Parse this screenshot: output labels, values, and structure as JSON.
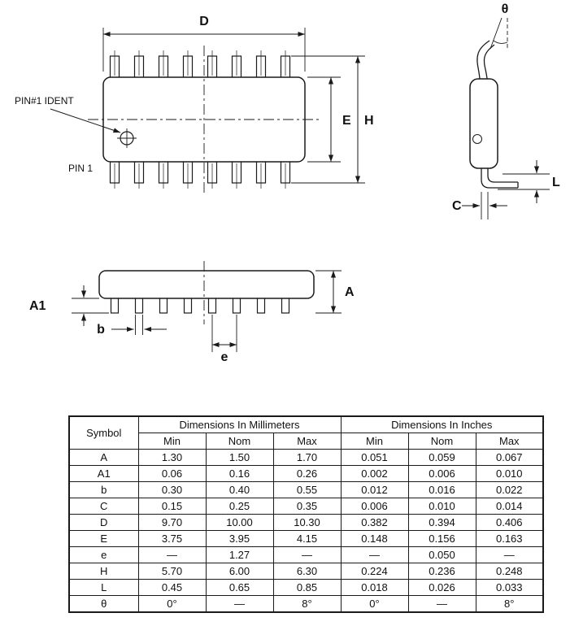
{
  "drawings": {
    "top_view": {
      "pin1_ident_label": "PIN#1 IDENT",
      "pin1_label": "PIN 1",
      "dim_d": "D",
      "dim_e": "E",
      "dim_h": "H"
    },
    "end_view": {
      "dim_theta": "θ",
      "dim_l": "L",
      "dim_c": "C"
    },
    "side_view": {
      "dim_a": "A",
      "dim_a1": "A1",
      "dim_b": "b",
      "dim_e": "e"
    }
  },
  "table": {
    "symbol_header": "Symbol",
    "mm_header": "Dimensions In Millimeters",
    "inch_header": "Dimensions In Inches",
    "sub_headers": [
      "Min",
      "Nom",
      "Max",
      "Min",
      "Nom",
      "Max"
    ],
    "rows": [
      {
        "symbol": "A",
        "values": [
          "1.30",
          "1.50",
          "1.70",
          "0.051",
          "0.059",
          "0.067"
        ]
      },
      {
        "symbol": "A1",
        "values": [
          "0.06",
          "0.16",
          "0.26",
          "0.002",
          "0.006",
          "0.010"
        ]
      },
      {
        "symbol": "b",
        "values": [
          "0.30",
          "0.40",
          "0.55",
          "0.012",
          "0.016",
          "0.022"
        ]
      },
      {
        "symbol": "C",
        "values": [
          "0.15",
          "0.25",
          "0.35",
          "0.006",
          "0.010",
          "0.014"
        ]
      },
      {
        "symbol": "D",
        "values": [
          "9.70",
          "10.00",
          "10.30",
          "0.382",
          "0.394",
          "0.406"
        ]
      },
      {
        "symbol": "E",
        "values": [
          "3.75",
          "3.95",
          "4.15",
          "0.148",
          "0.156",
          "0.163"
        ]
      },
      {
        "symbol": "e",
        "values": [
          "—",
          "1.27",
          "—",
          "—",
          "0.050",
          "—"
        ]
      },
      {
        "symbol": "H",
        "values": [
          "5.70",
          "6.00",
          "6.30",
          "0.224",
          "0.236",
          "0.248"
        ]
      },
      {
        "symbol": "L",
        "values": [
          "0.45",
          "0.65",
          "0.85",
          "0.018",
          "0.026",
          "0.033"
        ]
      },
      {
        "symbol": "θ",
        "values": [
          "0°",
          "—",
          "8°",
          "0°",
          "—",
          "8°"
        ]
      }
    ]
  }
}
